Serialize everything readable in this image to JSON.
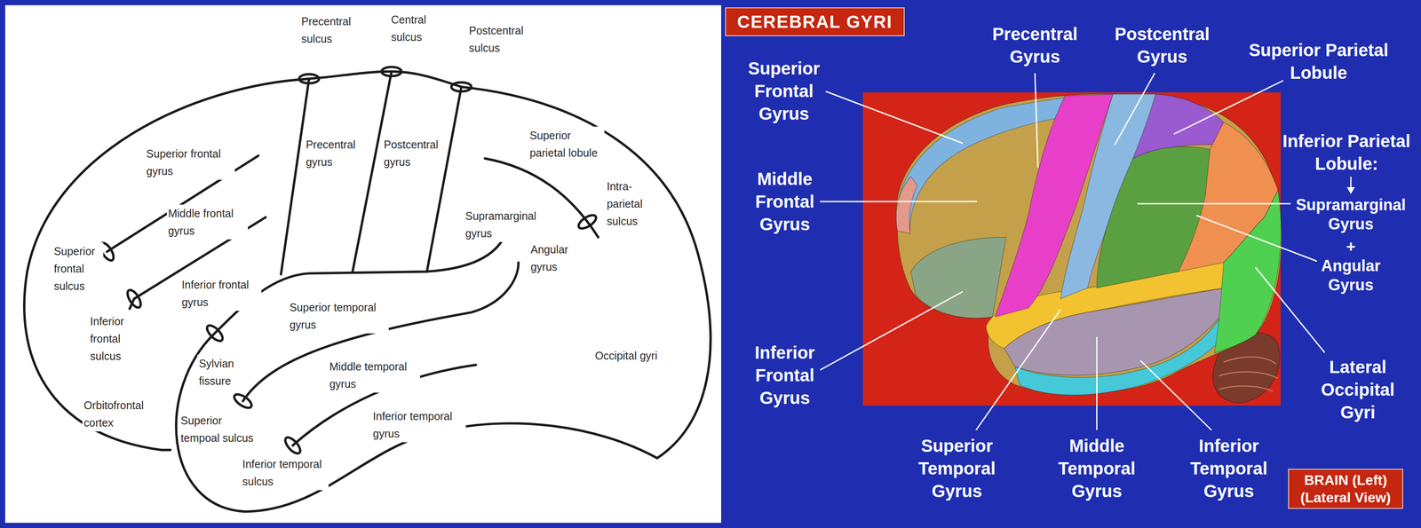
{
  "diagram": {
    "title": "CEREBRAL GYRI",
    "nodes": [
      {
        "text": [
          "BRAIN (Left) (Lateral View)"
        ]
      }
    ],
    "labels": [
      "Precentral sulcus",
      "Central sulcus",
      "Postcentral sulcus",
      "Superior frontal gyrus",
      "Precentral gyrus",
      "Postcentral gyrus",
      "Superior parietal lobule",
      "Middle frontal gyrus",
      "Intra- parietal sulcus",
      "Supramarginal gyrus",
      "Superior frontal sulcus",
      "Angular gyrus",
      "Inferior frontal gyrus",
      "Inferior frontal sulcus",
      "Superior temporal gyrus",
      "Sylvian fissure",
      "Middle temporal gyrus",
      "Occipital gyri",
      "Orbitofrontal cortex",
      "Superior tempoal sulcus",
      "Inferior temporal gyrus",
      "Inferior temporal sulcus",
      "Precentral Gyrus",
      "Postcentral Gyrus",
      "Superior Parietal Lobule",
      "Superior Frontal Gyrus",
      "Inferior Parietal Lobule:",
      "Middle Frontal Gyrus",
      "Supramarginal Gyrus",
      "+",
      "Angular Gyrus",
      "Inferior Frontal Gyrus",
      "Lateral Occipital Gyri",
      "Superior Temporal Gyrus",
      "Middle Temporal Gyrus",
      "Inferior Temporal Gyrus"
    ]
  }
}
